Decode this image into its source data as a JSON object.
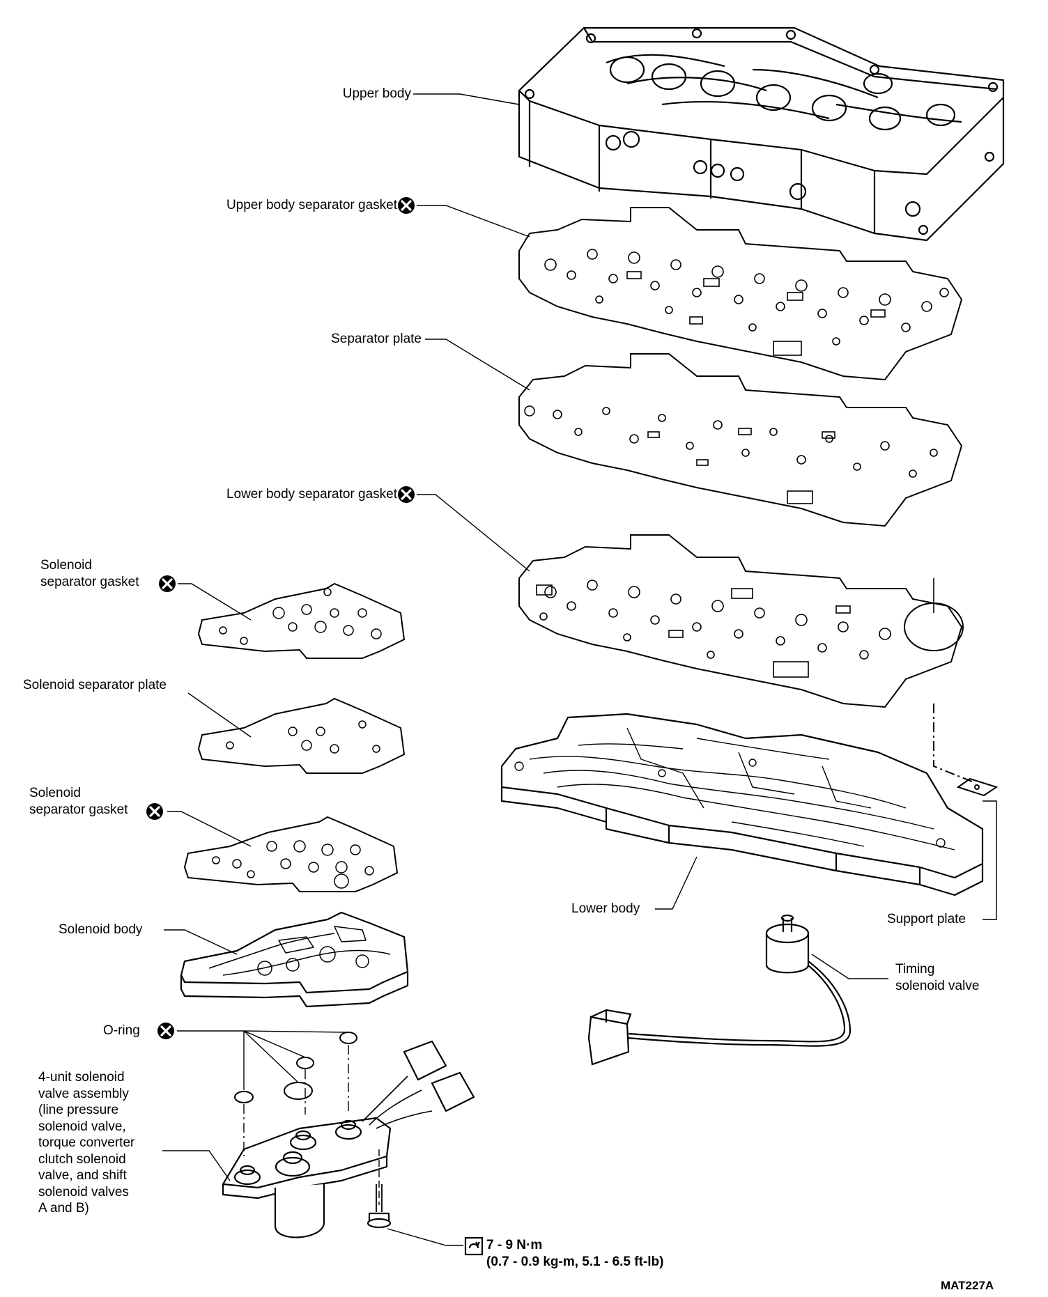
{
  "labels": {
    "upper_body": "Upper body",
    "upper_gasket": "Upper body separator gasket",
    "separator_plate": "Separator plate",
    "lower_gasket": "Lower body separator gasket",
    "solenoid_gasket_1a": "Solenoid",
    "solenoid_gasket_1b": "separator gasket",
    "solenoid_sep_plate": "Solenoid separator plate",
    "solenoid_gasket_2a": "Solenoid",
    "solenoid_gasket_2b": "separator gasket",
    "solenoid_body": "Solenoid body",
    "o_ring": "O-ring",
    "four_unit": [
      "4-unit solenoid",
      "valve assembly",
      "(line pressure",
      "solenoid valve,",
      "torque converter",
      "clutch solenoid",
      "valve, and shift",
      "solenoid valves",
      "A and B)"
    ],
    "lower_body": "Lower body",
    "support_plate": "Support plate",
    "timing_a": "Timing",
    "timing_b": "solenoid valve"
  },
  "torque": {
    "line1": "7 - 9 N·m",
    "line2": "(0.7 - 0.9 kg-m, 5.1 - 6.5 ft-lb)"
  },
  "figure_code": "MAT227A",
  "icons": [
    "do-not-reuse-icon",
    "torque-icon"
  ]
}
